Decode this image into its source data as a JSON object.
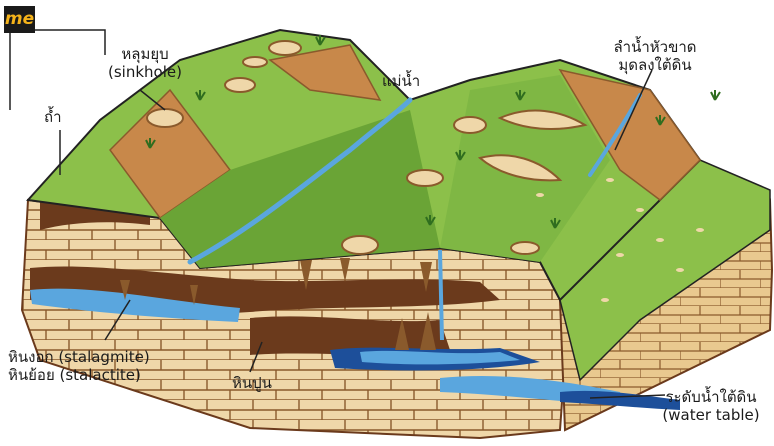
{
  "logo": {
    "text": "me",
    "color": "#f5b31a",
    "bg": "#1a1a1a"
  },
  "labels": {
    "sinkhole_th": "หลุมยุบ",
    "sinkhole_en": "(sinkhole)",
    "river": "แม่น้ำ",
    "sinking_stream_1": "ลำน้ำหัวขาด",
    "sinking_stream_2": "มุดลงใต้ดิน",
    "cave": "ถ้ำ",
    "stalagmite": "หินงอก (stalagmite)",
    "stalactite": "หินย้อย (stalactite)",
    "limestone": "หินปูน",
    "water_table_th": "ระดับน้ำใต้ดิน",
    "water_table_en": "(water table)"
  },
  "colors": {
    "grass": "#8cc04a",
    "grass_dark": "#6aa436",
    "cliff": "#c8884a",
    "rock": "#efd7a9",
    "rock_line": "#8a5a2c",
    "cave": "#6b3a1c",
    "water": "#5aa6de",
    "water_deep": "#1d4f9a",
    "line": "#222222"
  },
  "icons": [
    "logo-mark",
    "grass-tuft-icon",
    "sinkhole-icon"
  ]
}
